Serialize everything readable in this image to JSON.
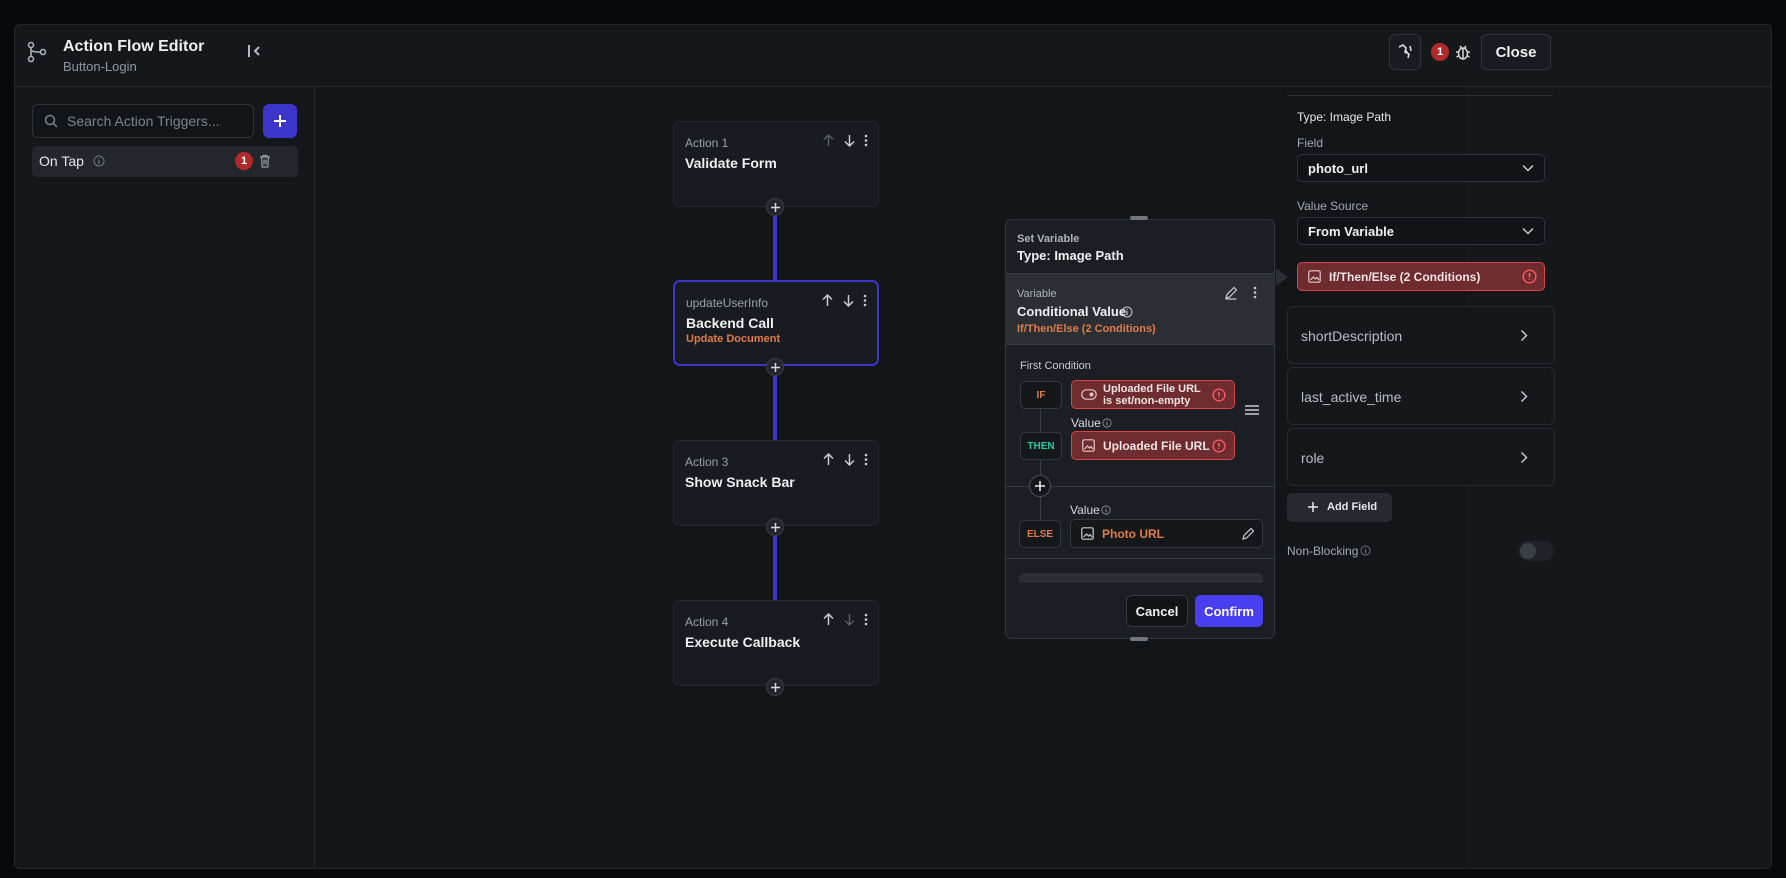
{
  "header": {
    "title": "Action Flow Editor",
    "subtitle": "Button-Login",
    "error_count": "1",
    "close_label": "Close"
  },
  "sidebar": {
    "search_placeholder": "Search Action Triggers...",
    "trigger_label": "On Tap",
    "trigger_badge": "1"
  },
  "actions": [
    {
      "label": "Action 1",
      "name": "Validate Form",
      "sub": ""
    },
    {
      "label": "updateUserInfo",
      "name": "Backend Call",
      "sub": "Update Document"
    },
    {
      "label": "Action 3",
      "name": "Show Snack Bar",
      "sub": ""
    },
    {
      "label": "Action 4",
      "name": "Execute Callback",
      "sub": ""
    }
  ],
  "popup": {
    "header_label": "Set Variable",
    "header_type": "Type: Image Path",
    "variable_label": "Variable",
    "variable_name": "Conditional Value",
    "variable_sub": "If/Then/Else (2 Conditions)",
    "first_condition": "First Condition",
    "if_tag": "IF",
    "if_value": "Uploaded File URL is set/non-empty",
    "then_tag": "THEN",
    "then_value_label": "Value",
    "then_value": "Uploaded File URL",
    "else_tag": "ELSE",
    "else_value_label": "Value",
    "else_value": "Photo URL",
    "cancel_label": "Cancel",
    "confirm_label": "Confirm"
  },
  "right_panel": {
    "type_label": "Type: Image Path",
    "field_label": "Field",
    "field_value": "photo_url",
    "value_source_label": "Value Source",
    "value_source": "From Variable",
    "conditional_value": "If/Then/Else (2 Conditions)",
    "fields": [
      "shortDescription",
      "last_active_time",
      "role"
    ],
    "add_field_label": "Add Field",
    "non_blocking_label": "Non-Blocking"
  },
  "colors": {
    "accent": "#3d34c9",
    "error": "#d9434a",
    "orange": "#e07b4a",
    "then_green": "#2ec4a0"
  }
}
